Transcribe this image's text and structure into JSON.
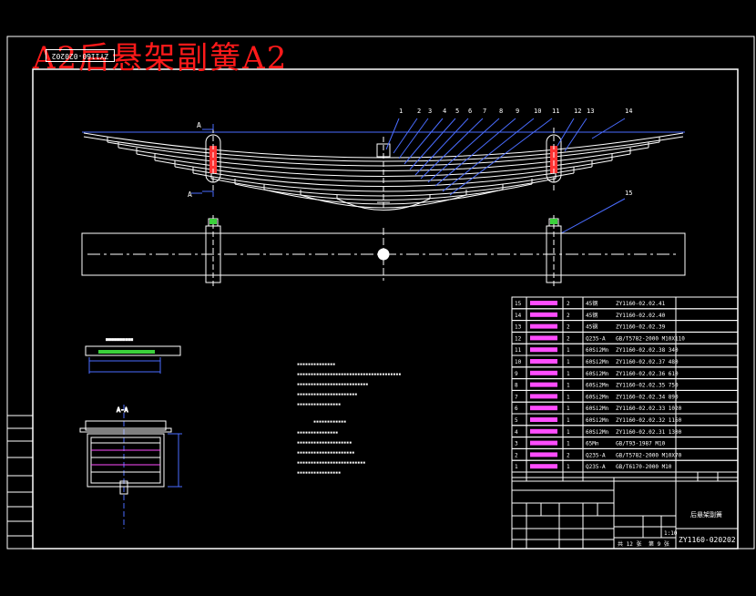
{
  "title": "A2后悬架副簧A2",
  "drawing_number_stamp": "ZY1160-020202",
  "balloons": [
    "1",
    "2",
    "3",
    "4",
    "5",
    "6",
    "7",
    "8",
    "9",
    "10",
    "11",
    "12",
    "13",
    "14",
    "15"
  ],
  "section_label": "A",
  "bom": [
    {
      "no": "15",
      "qty": "2",
      "mat": "45钢",
      "code": "ZY1160-02.02.41"
    },
    {
      "no": "14",
      "qty": "2",
      "mat": "45钢",
      "code": "ZY1160-02.02.40"
    },
    {
      "no": "13",
      "qty": "2",
      "mat": "45钢",
      "code": "ZY1160-02.02.39"
    },
    {
      "no": "12",
      "qty": "2",
      "mat": "Q235-A",
      "code": "GB/T5782-2000 M10X110"
    },
    {
      "no": "11",
      "qty": "1",
      "mat": "60Si2Mn",
      "code": "ZY1160-02.02.38 340"
    },
    {
      "no": "10",
      "qty": "1",
      "mat": "60Si2Mn",
      "code": "ZY1160-02.02.37 480"
    },
    {
      "no": "9",
      "qty": "1",
      "mat": "60Si2Mn",
      "code": "ZY1160-02.02.36 610"
    },
    {
      "no": "8",
      "qty": "1",
      "mat": "60Si2Mn",
      "code": "ZY1160-02.02.35 750"
    },
    {
      "no": "7",
      "qty": "1",
      "mat": "60Si2Mn",
      "code": "ZY1160-02.02.34 890"
    },
    {
      "no": "6",
      "qty": "1",
      "mat": "60Si2Mn",
      "code": "ZY1160-02.02.33 1020"
    },
    {
      "no": "5",
      "qty": "1",
      "mat": "60Si2Mn",
      "code": "ZY1160-02.02.32 1160"
    },
    {
      "no": "4",
      "qty": "1",
      "mat": "60Si2Mn",
      "code": "ZY1160-02.02.31 1300"
    },
    {
      "no": "3",
      "qty": "1",
      "mat": "65Mn",
      "code": "GB/T93-1987 M10"
    },
    {
      "no": "2",
      "qty": "2",
      "mat": "Q235-A",
      "code": "GB/T5782-2000 M10X70"
    },
    {
      "no": "1",
      "qty": "1",
      "mat": "Q235-A",
      "code": "GB/T6170-2000 M10"
    }
  ],
  "title_block": {
    "name": "后悬架副簧",
    "drawing_no": "ZY1160-020202",
    "scale": "1:10",
    "sheets": "共 12 张",
    "sheet": "第 9 张"
  }
}
